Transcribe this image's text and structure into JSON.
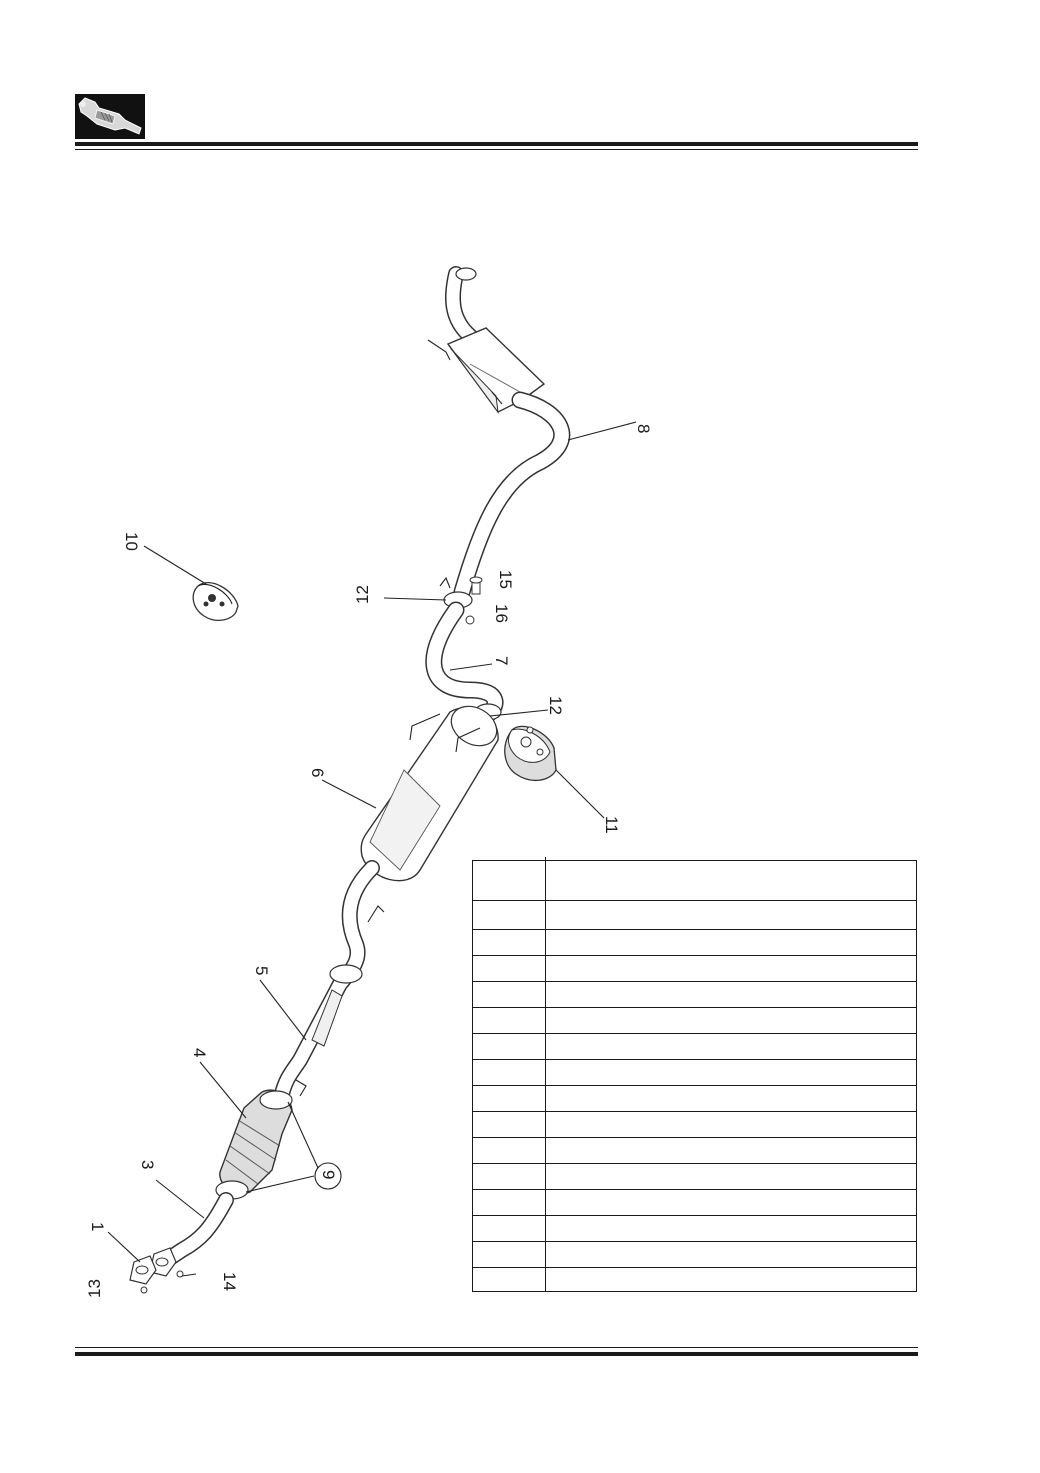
{
  "header": {
    "icon": "exhaust-catalyst-icon"
  },
  "callouts": [
    "1",
    "3",
    "4",
    "5",
    "6",
    "7",
    "8",
    "9",
    "10",
    "11",
    "12",
    "12",
    "13",
    "14",
    "15",
    "16"
  ],
  "legend": {
    "rows": 16
  },
  "colors": {
    "ink": "#1a1a1a",
    "header_box": "#111111",
    "paper": "#ffffff"
  }
}
